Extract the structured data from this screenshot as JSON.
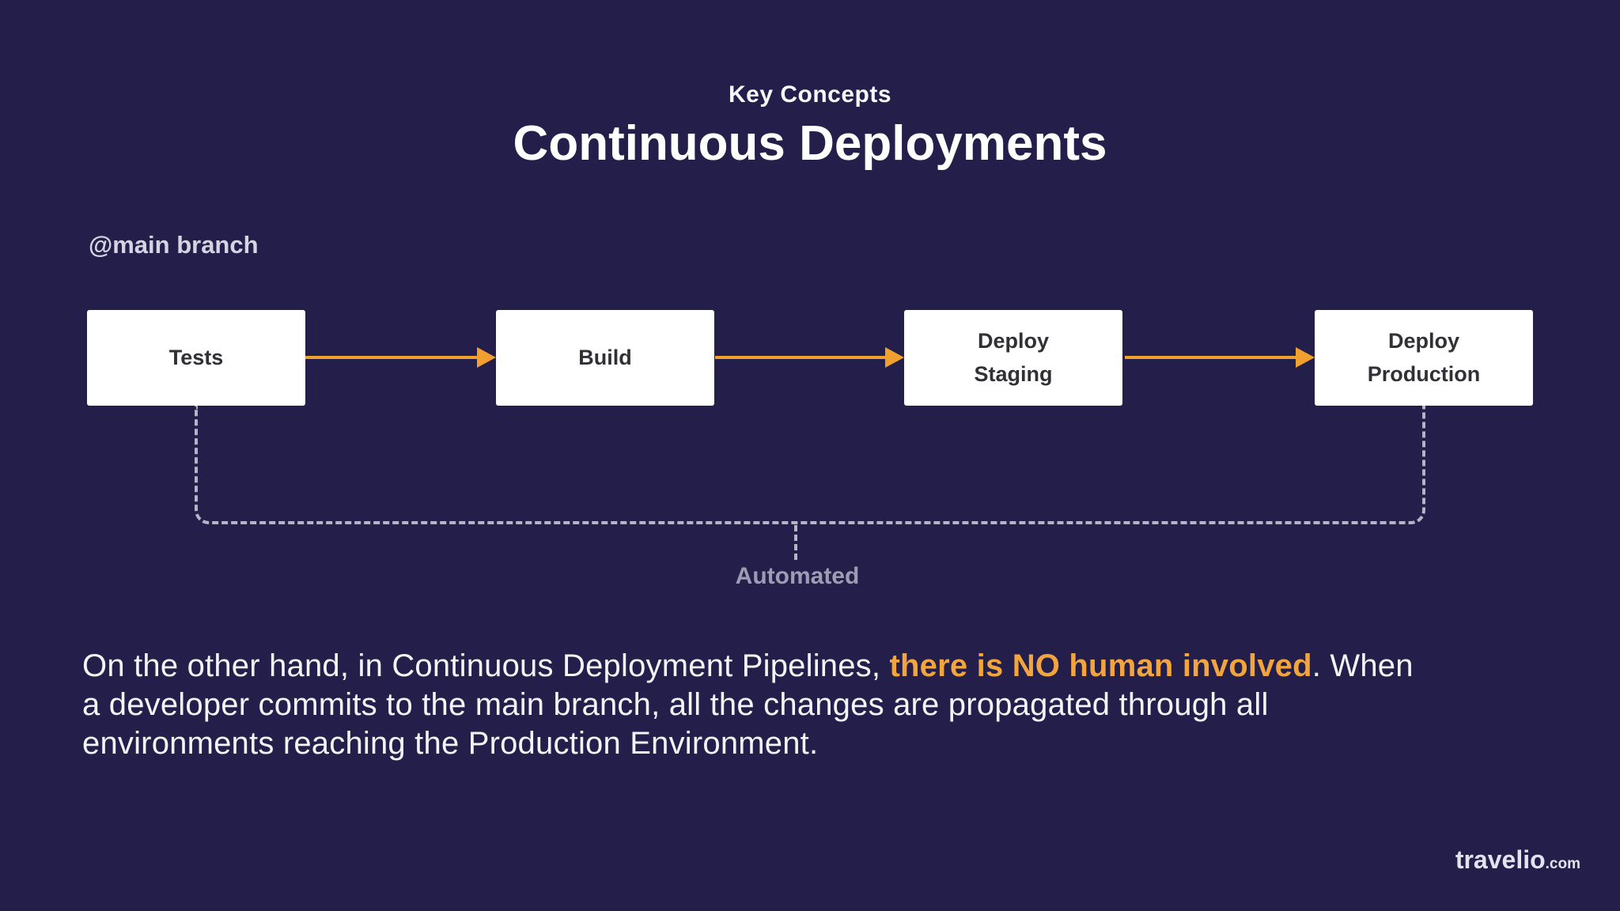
{
  "slide": {
    "colors": {
      "background": "#241e4b",
      "accent_orange": "#efa02f",
      "highlight_orange": "#f2a43e",
      "box_fill": "#ffffff",
      "dash_gray": "#b5b3c6"
    },
    "header": {
      "eyebrow": "Key Concepts",
      "title": "Continuous Deployments"
    },
    "diagram": {
      "branch_label": "@main branch",
      "stages": [
        {
          "label": "Tests"
        },
        {
          "label": "Build"
        },
        {
          "label": "Deploy\nStaging"
        },
        {
          "label": "Deploy\nProduction"
        }
      ],
      "bracket_label": "Automated"
    },
    "paragraph": {
      "line1_pre": "On the other hand, in Continuous Deployment Pipelines, ",
      "line1_highlight": "there is NO human involved",
      "line1_post": ". When",
      "line2": "a developer commits to the main branch, all the changes are propagated through all",
      "line3": "environments reaching the Production Environment."
    },
    "footer": {
      "brand": "travelio",
      "brand_suffix": ".com"
    }
  }
}
